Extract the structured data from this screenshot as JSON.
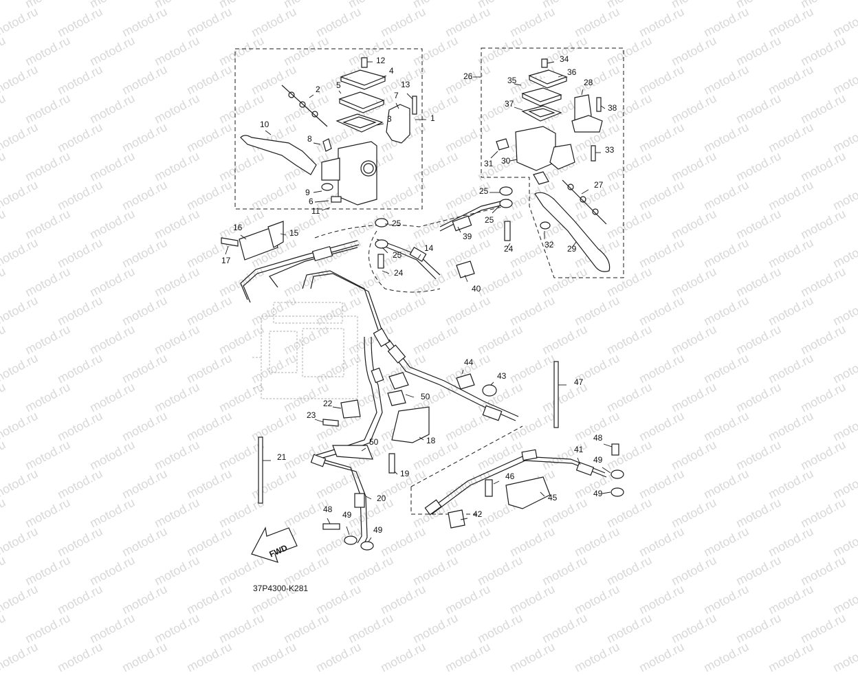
{
  "watermark": "motod.ru",
  "diagram_code": "37P4300-K281",
  "fwd_label": "FWD",
  "colors": {
    "line": "#1a1a1a",
    "watermark": "#d8d8d8",
    "background": "#ffffff"
  },
  "part_labels": [
    "1",
    "2",
    "3",
    "4",
    "5",
    "6",
    "7",
    "8",
    "9",
    "10",
    "11",
    "12",
    "13",
    "14",
    "15",
    "16",
    "17",
    "18",
    "19",
    "20",
    "21",
    "22",
    "23",
    "24",
    "24",
    "25",
    "25",
    "25",
    "25",
    "26",
    "27",
    "28",
    "29",
    "30",
    "31",
    "32",
    "33",
    "34",
    "35",
    "36",
    "37",
    "38",
    "39",
    "40",
    "41",
    "42",
    "43",
    "44",
    "45",
    "46",
    "47",
    "48",
    "48",
    "49",
    "49",
    "49",
    "49",
    "50",
    "50"
  ]
}
